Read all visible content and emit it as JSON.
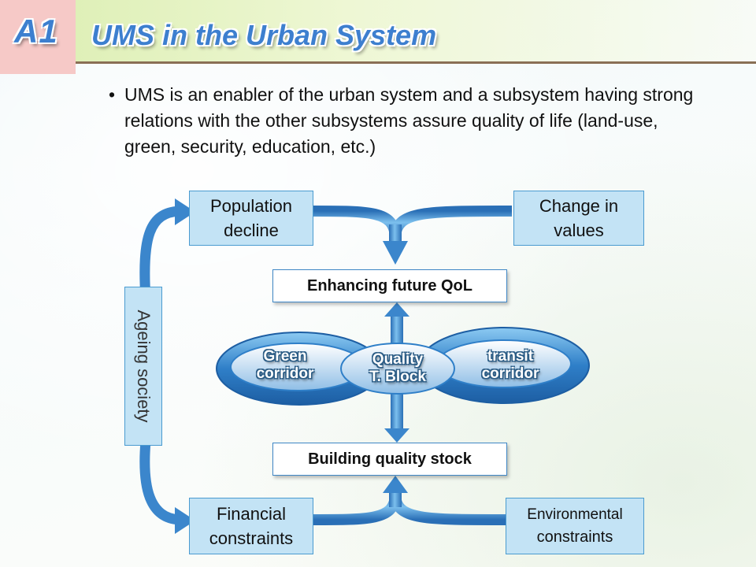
{
  "slide": {
    "code": "A1",
    "title": "UMS in the Urban System",
    "bullet": "UMS is an enabler of the urban system and a subsystem having strong relations with the other subsystems assure quality of life (land-use, green, security, education, etc.)"
  },
  "diagram": {
    "population_decline": [
      "Population",
      "decline"
    ],
    "change_in_values": [
      "Change in",
      "values"
    ],
    "enhancing": "Enhancing future QoL",
    "building": "Building quality stock",
    "ageing": "Ageing society",
    "financial": [
      "Financial",
      "constraints"
    ],
    "environmental": [
      "Environmental",
      "constraints"
    ],
    "green_corridor": [
      "Green",
      "corridor"
    ],
    "quality_block": [
      "Quality",
      "T. Block"
    ],
    "transit_corridor": [
      "transit",
      "corridor"
    ]
  },
  "colors": {
    "accent": "#3d7fcf",
    "arrow_blue": "#4a90d0",
    "box_fill": "#c3e3f5",
    "code_bg": "#f6c9c7",
    "title_band": "#dff0b8"
  }
}
